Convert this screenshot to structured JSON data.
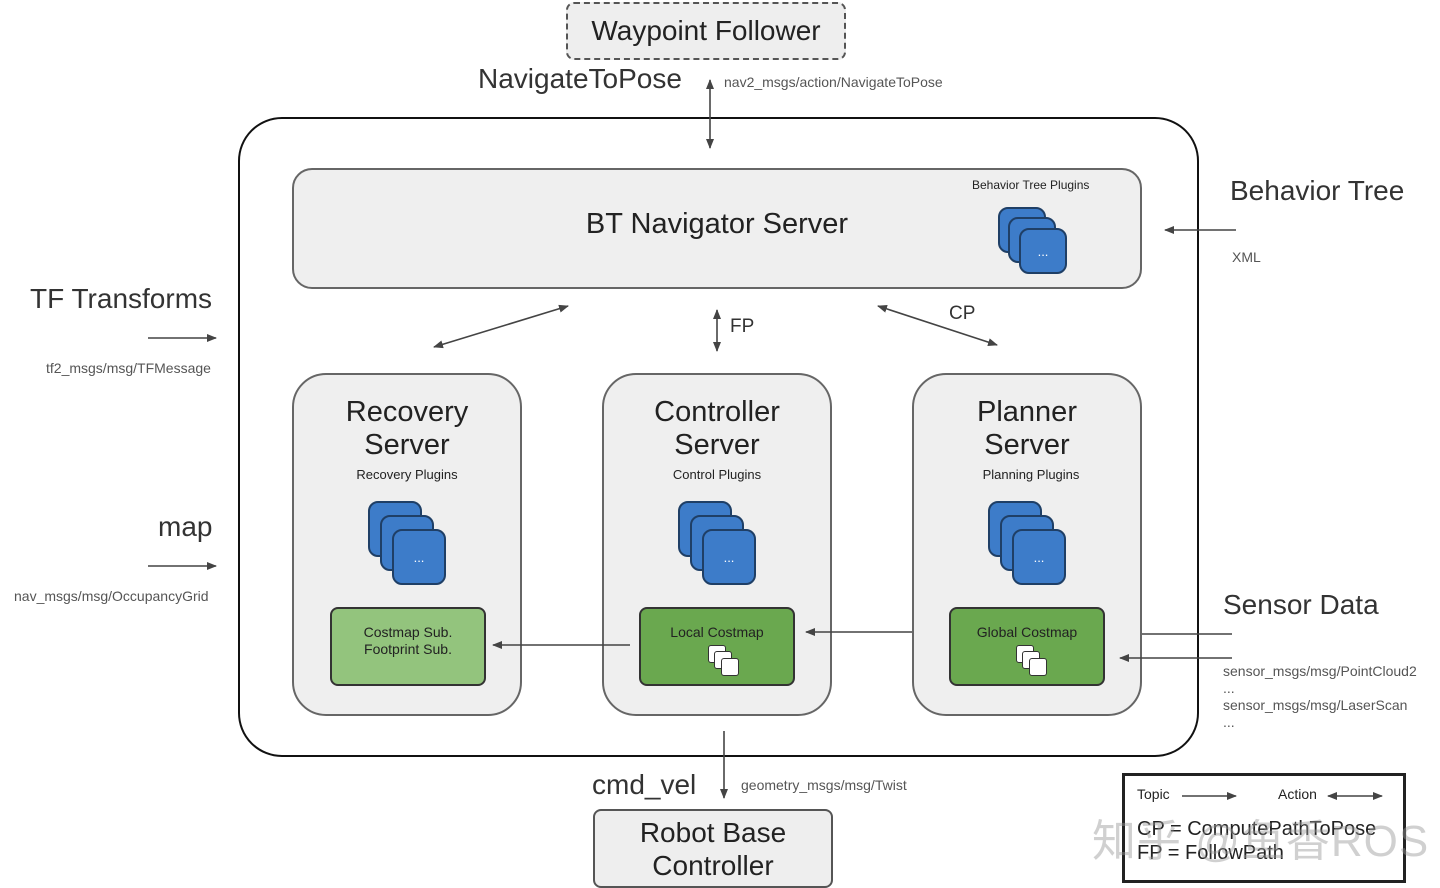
{
  "top": {
    "waypoint_follower": "Waypoint Follower",
    "navigate_to_pose": "NavigateToPose",
    "navigate_msg": "nav2_msgs/action/NavigateToPose"
  },
  "bt_navigator": {
    "title": "BT Navigator Server",
    "plugins_label": "Behavior Tree Plugins",
    "plugin_glyph": "..."
  },
  "edges": {
    "fp": "FP",
    "cp": "CP"
  },
  "servers": [
    {
      "title_line1": "Recovery",
      "title_line2": "Server",
      "plugins_label": "Recovery Plugins",
      "costmap_line1": "Costmap Sub.",
      "costmap_line2": "Footprint Sub."
    },
    {
      "title_line1": "Controller",
      "title_line2": "Server",
      "plugins_label": "Control Plugins",
      "costmap_line1": "Local Costmap",
      "costmap_line2": ""
    },
    {
      "title_line1": "Planner",
      "title_line2": "Server",
      "plugins_label": "Planning Plugins",
      "costmap_line1": "Global Costmap",
      "costmap_line2": ""
    }
  ],
  "left_inputs": [
    {
      "label": "TF Transforms",
      "msg": "tf2_msgs/msg/TFMessage"
    },
    {
      "label": "map",
      "msg": "nav_msgs/msg/OccupancyGrid"
    }
  ],
  "right_inputs": {
    "behavior_tree": {
      "label": "Behavior Tree",
      "msg": "XML"
    },
    "sensor_data": {
      "label": "Sensor Data",
      "msgs": [
        "sensor_msgs/msg/PointCloud2",
        "...",
        "sensor_msgs/msg/LaserScan",
        "..."
      ]
    }
  },
  "bottom": {
    "cmd_vel": "cmd_vel",
    "cmd_vel_msg": "geometry_msgs/msg/Twist",
    "robot_line1": "Robot Base",
    "robot_line2": "Controller"
  },
  "legend": {
    "topic": "Topic",
    "action": "Action",
    "cp_def": "CP = ComputePathToPose",
    "fp_def": "FP = FollowPath"
  },
  "watermark": "知乎 @鱼香ROS",
  "colors": {
    "plugin_blue": "#3d7cc9",
    "costmap_green": "#6aa84f",
    "costmap_light_green": "#93c47d",
    "panel_gray": "#efefef"
  }
}
